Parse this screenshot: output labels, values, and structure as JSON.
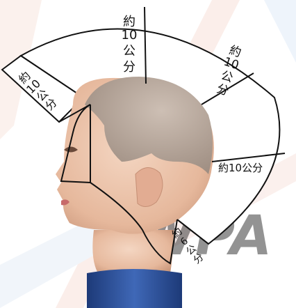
{
  "diagram": {
    "labels": {
      "top": [
        "約",
        "10",
        "公",
        "分"
      ],
      "upper_right": [
        "約",
        "10",
        "公",
        "分"
      ],
      "right": "約10公分",
      "left": [
        "約",
        "10",
        "公",
        "分"
      ],
      "nape": [
        "約",
        "6",
        "公",
        "分"
      ]
    },
    "watermark": "WPA"
  }
}
